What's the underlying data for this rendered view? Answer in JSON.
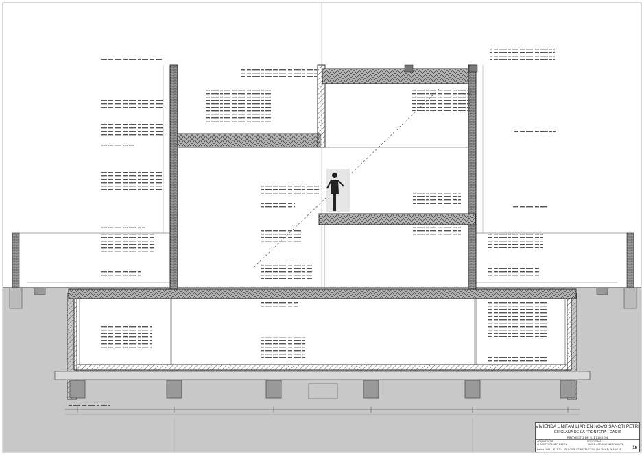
{
  "title_block": {
    "project_title": "VIVIENDA UNIFAMILIAR EN NOVO SANCTI PETRI",
    "location": "CHICLANA DE LA FRONTERA · CÁDIZ",
    "phase": "PROYECTO DE EJECUCIÓN",
    "architect_label": "ARQUITECTO",
    "architect_name": "ALBERTO CAMPO BAEZA",
    "owner_label": "PROPIEDAD",
    "owner_name": "JAVIER ASENCIO MARCHANTE",
    "date_label": "Fecha  1999",
    "scale_label": "E. 1:20",
    "sheet_name": "SECCIÓN CONSTRUCTIVA (AA-DCHA)",
    "sheet_label": "PLANO Nº",
    "sheet_number": "16"
  },
  "colors": {
    "paper": "#ffffff",
    "ground": "#c8c8c8",
    "line": "#1a1a1a",
    "fill_structure": "#555555",
    "annotation": "#333333"
  },
  "icons": {
    "human_figure": "person-scale-icon",
    "brick_wall": "brick-wall-icon"
  }
}
